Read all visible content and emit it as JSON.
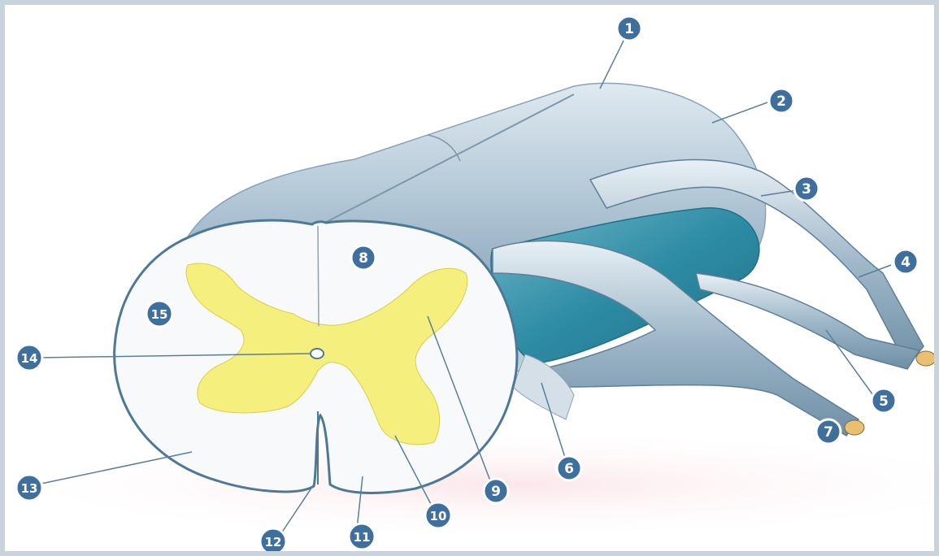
{
  "labels": {
    "l1": "1",
    "l2": "2",
    "l3": "3",
    "l4": "4",
    "l5": "5",
    "l6": "6",
    "l7": "7",
    "l8": "8",
    "l9": "9",
    "l10": "10",
    "l11": "11",
    "l12": "12",
    "l13": "13",
    "l14": "14",
    "l15": "15"
  },
  "colors": {
    "badge_fill": "#3f6f9c",
    "badge_ring": "#ffffff",
    "outline": "#4d7896",
    "gray_matter": "#f4f07a",
    "white_matter": "#f6f8fa",
    "membrane": "#b9c9d6",
    "root_teal": "#2f8fa6",
    "background": "#ffffff"
  }
}
